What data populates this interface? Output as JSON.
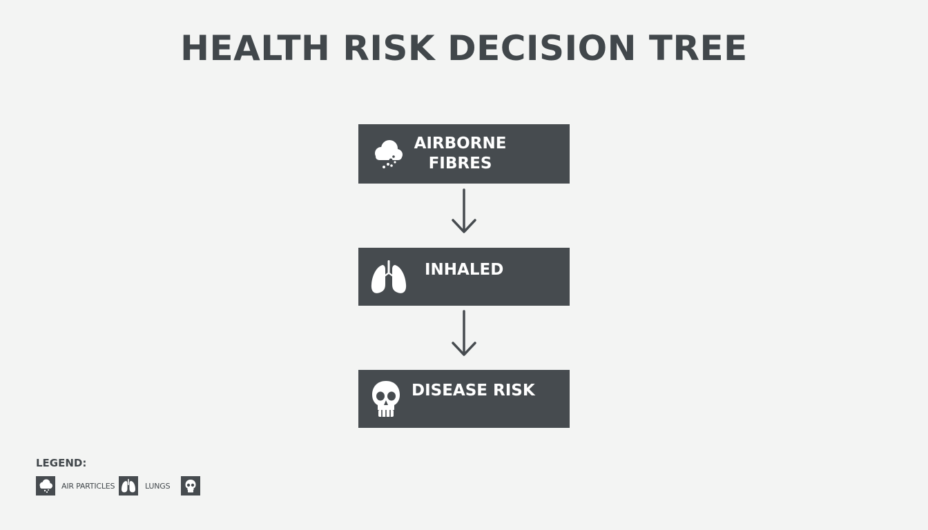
{
  "title": "HEALTH RISK DECISION TREE",
  "nodes": [
    {
      "label": "AIRBORNE\nFIBRES",
      "icon": "cloud-particles-icon"
    },
    {
      "label": "INHALED",
      "icon": "lungs-icon"
    },
    {
      "label": "DISEASE RISK",
      "icon": "skull-icon"
    }
  ],
  "legend": {
    "title": "LEGEND:",
    "items": [
      {
        "label": "AIR PARTICLES",
        "icon": "cloud-particles-icon"
      },
      {
        "label": "LUNGS",
        "icon": "lungs-icon"
      },
      {
        "label": "",
        "icon": "skull-icon"
      }
    ]
  },
  "colors": {
    "background": "#f3f4f3",
    "node_fill": "#464b4f",
    "text": "#41474b",
    "arrow": "#464b4f"
  }
}
